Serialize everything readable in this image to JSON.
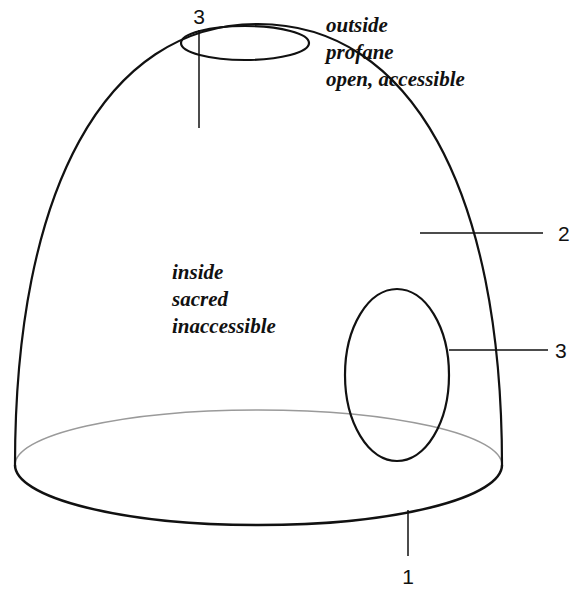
{
  "diagram": {
    "labels": [
      "3",
      "outside",
      "profane",
      "open, accessible",
      "2",
      "inside",
      "sacred",
      "inaccessible",
      "3",
      "1"
    ]
  }
}
